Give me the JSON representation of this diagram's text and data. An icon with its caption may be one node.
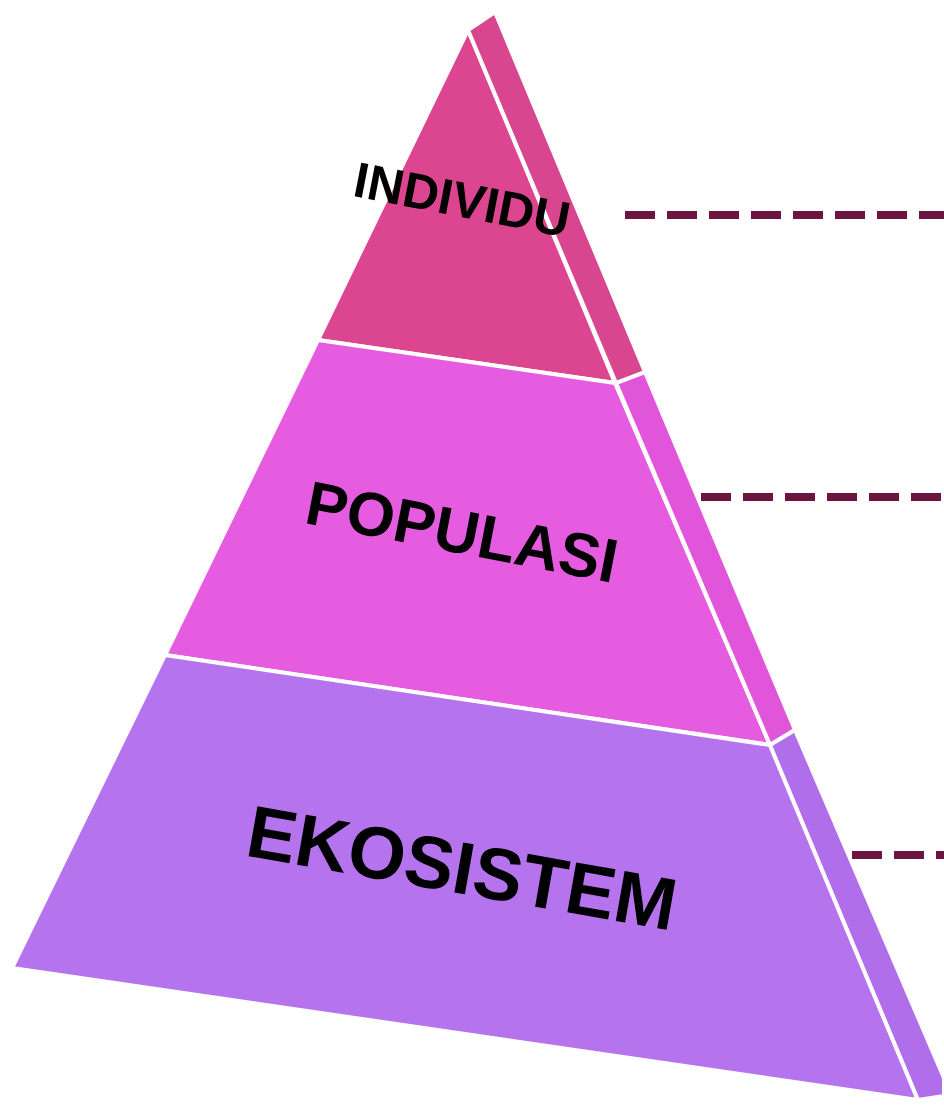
{
  "diagram": {
    "nodes": [
      {
        "text": [
          "INDIVIDU"
        ]
      },
      {
        "text": [
          "POPULASI"
        ]
      },
      {
        "text": [
          "EKOSISTEM"
        ]
      }
    ],
    "edges": [
      {
        "from": 0,
        "to": null,
        "arrow": "none",
        "style": "dashed"
      },
      {
        "from": 1,
        "to": null,
        "arrow": "none",
        "style": "dashed"
      },
      {
        "from": 2,
        "to": null,
        "arrow": "none",
        "style": "dashed"
      }
    ]
  }
}
